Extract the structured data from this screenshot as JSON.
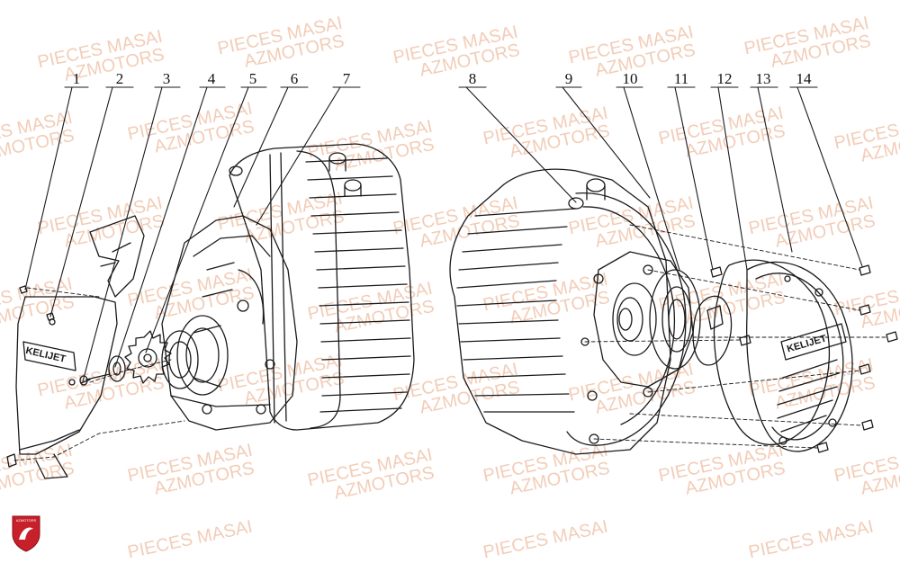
{
  "watermark": {
    "line1": "PIECES MASAI",
    "line2": "AZMOTORS"
  },
  "callouts": [
    "1",
    "2",
    "3",
    "4",
    "5",
    "6",
    "7",
    "8",
    "9",
    "10",
    "11",
    "12",
    "13",
    "14"
  ],
  "cover_brand": "KELIJET",
  "logo": {
    "text": "AZMOTORS",
    "color": "#c8202a"
  },
  "colors": {
    "line": "#1a1a1a",
    "watermark": "#f2cdb8"
  }
}
